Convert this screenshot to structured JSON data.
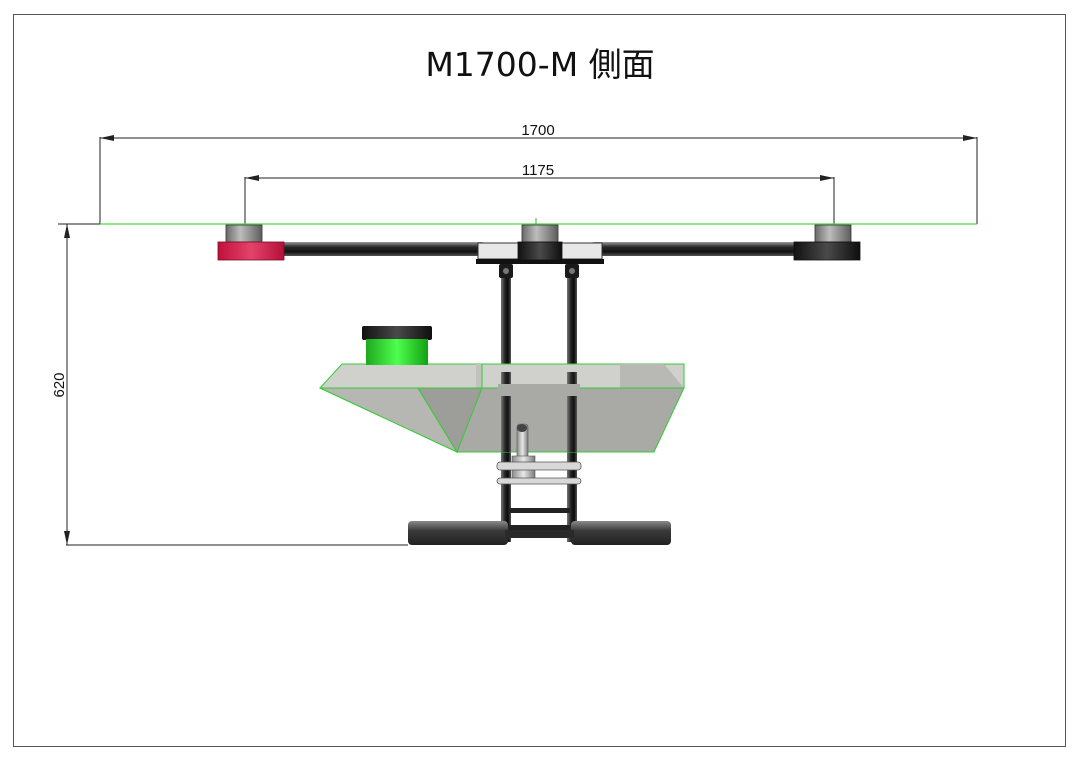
{
  "drawing": {
    "title": "M1700-M 側面",
    "dimensions": {
      "overall_span": "1700",
      "motor_spacing": "1175",
      "height": "620"
    }
  }
}
